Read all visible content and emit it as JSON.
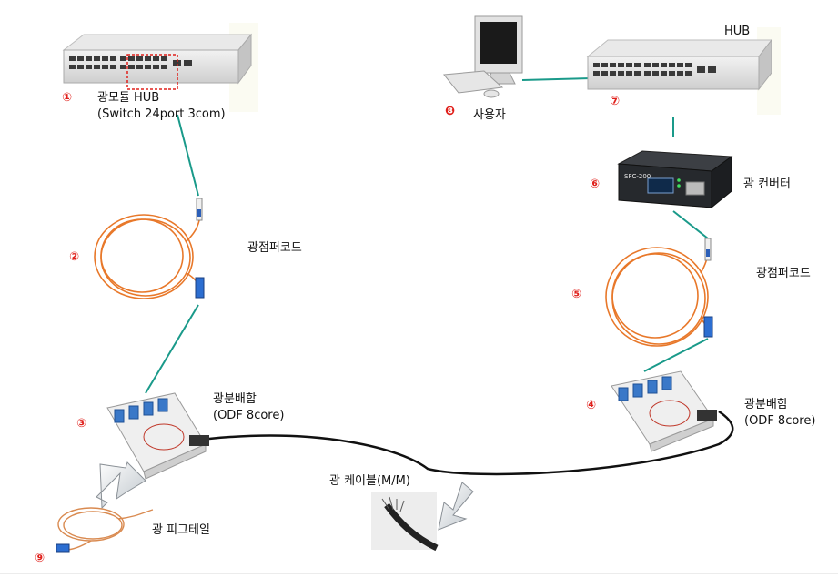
{
  "labels": {
    "hub_left_title": "광모듈 HUB",
    "hub_left_sub": "(Switch 24port 3com)",
    "hub_right": "HUB",
    "user": "사용자",
    "converter": "광 컨버터",
    "jumper_left": "광점퍼코드",
    "jumper_right": "광점퍼코드",
    "odf_left_title": "광분배함",
    "odf_left_sub": "(ODF 8core)",
    "odf_right_title": "광분배함",
    "odf_right_sub": "(ODF 8core)",
    "cable": "광 케이블(M/M)",
    "pigtail": "광 피그테일",
    "converter_model": "SFC-200"
  },
  "numbers": {
    "n1": "①",
    "n2": "②",
    "n3": "③",
    "n4": "④",
    "n5": "⑤",
    "n6": "⑥",
    "n7": "⑦",
    "n8": "❽",
    "n9": "⑨"
  },
  "colors": {
    "link": "#1a9a8a",
    "fiber": "#e8782a",
    "number": "#e0201b",
    "cable": "#111111",
    "highlight": "#e0201b"
  }
}
